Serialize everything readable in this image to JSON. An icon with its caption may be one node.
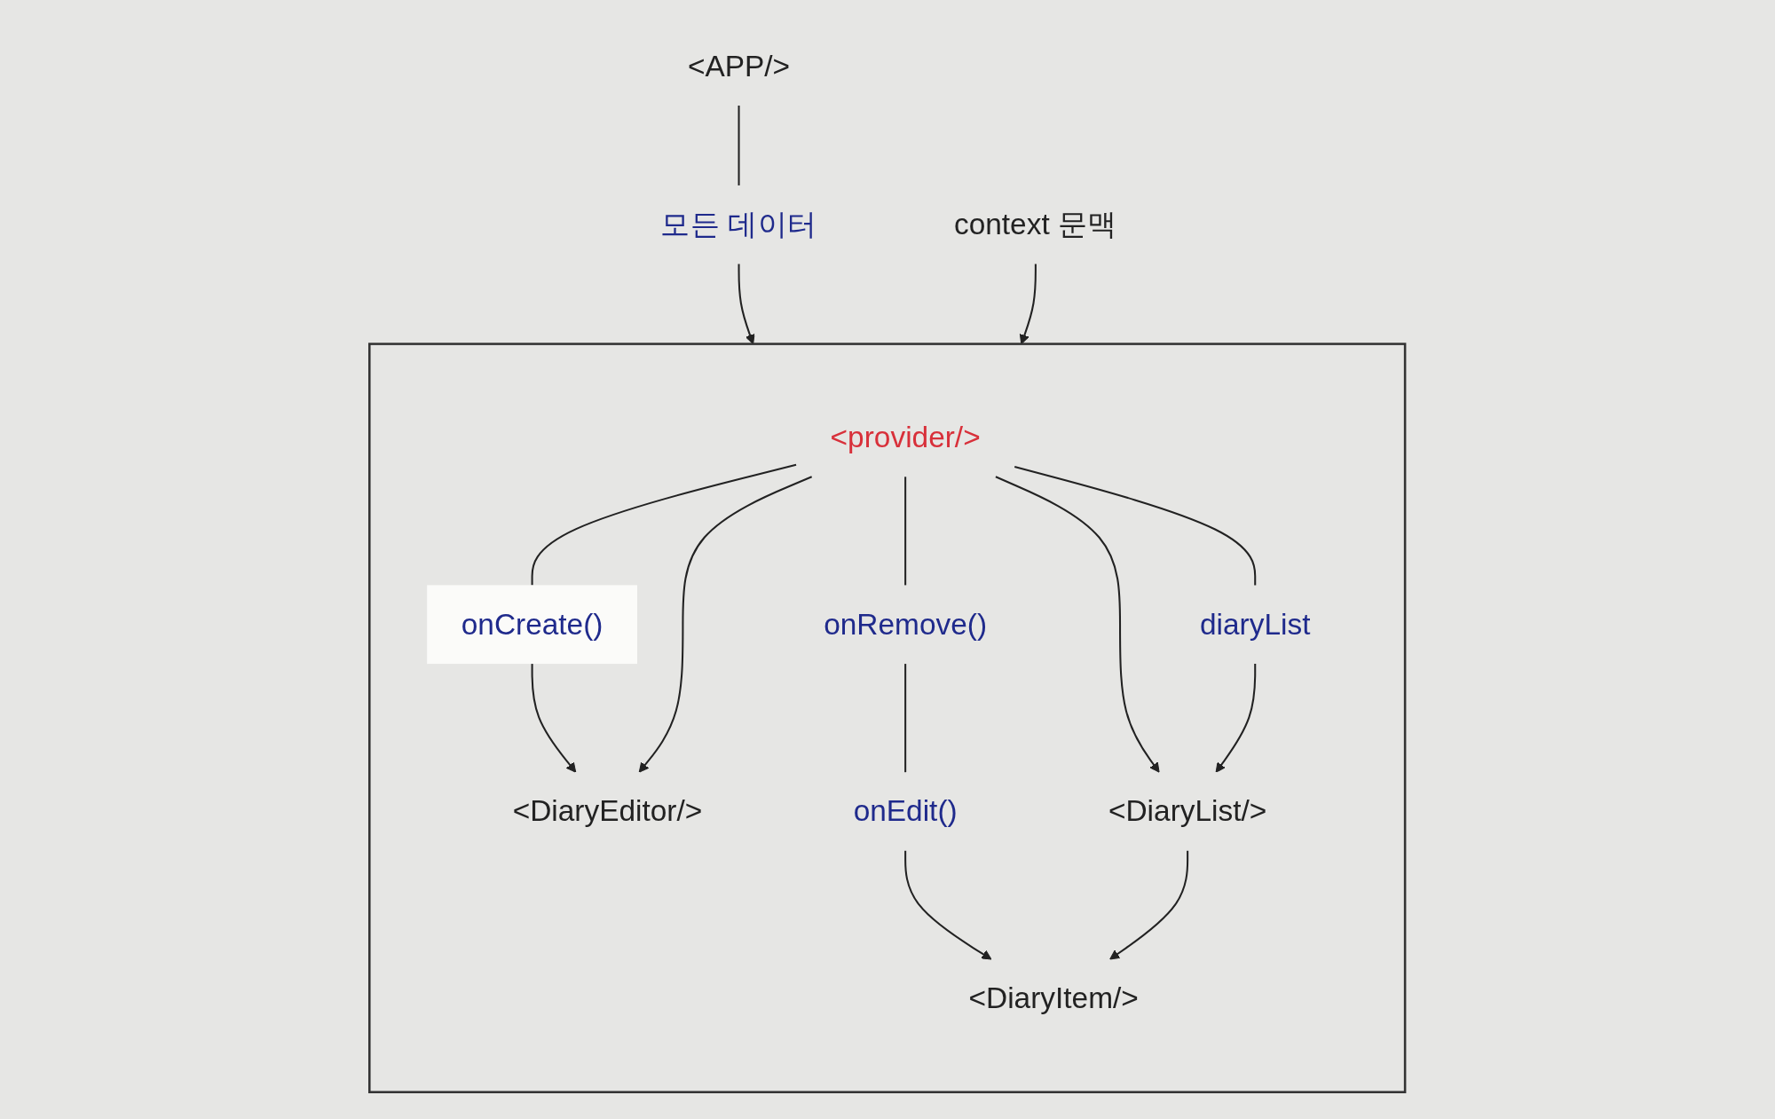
{
  "diagram": {
    "nodes": [
      {
        "text": [
          "<APP/>"
        ]
      },
      {
        "text": [
          "context 문맥"
        ]
      },
      {
        "text": [
          "모든 데이터"
        ]
      },
      {
        "text": [],
        "shape": "box"
      },
      {
        "text": [
          "<provider/>"
        ],
        "in": 3
      },
      {
        "text": [
          "onCreate()"
        ],
        "in": 3
      },
      {
        "text": [
          "diaryList"
        ],
        "in": 3
      },
      {
        "text": [
          "onRemove()"
        ],
        "in": 3
      },
      {
        "text": [
          "<DiaryEditor/>"
        ],
        "in": 3
      },
      {
        "text": [
          "<DiaryList/>"
        ],
        "in": 3
      },
      {
        "text": [
          "onEdit()"
        ],
        "in": 3
      },
      {
        "text": [
          "<DiaryItem/>"
        ],
        "in": 3
      }
    ],
    "edges": [
      {
        "from": 0,
        "to": 2,
        "arrow": "none"
      },
      {
        "from": 2,
        "to": 3,
        "arrow": "to"
      },
      {
        "from": 1,
        "to": 3,
        "arrow": "to"
      },
      {
        "from": 4,
        "to": 5,
        "arrow": "none"
      },
      {
        "from": 5,
        "to": 8,
        "arrow": "to"
      },
      {
        "from": 4,
        "to": 8,
        "arrow": "to"
      },
      {
        "from": 4,
        "to": 9,
        "arrow": "to"
      },
      {
        "from": 4,
        "to": 6,
        "arrow": "none"
      },
      {
        "from": 6,
        "to": 9,
        "arrow": "to"
      },
      {
        "from": 4,
        "to": 7,
        "arrow": "none"
      },
      {
        "from": 7,
        "to": 10,
        "arrow": "none"
      },
      {
        "from": 10,
        "to": 11,
        "arrow": "to"
      },
      {
        "from": 9,
        "to": 11,
        "arrow": "to"
      }
    ]
  }
}
